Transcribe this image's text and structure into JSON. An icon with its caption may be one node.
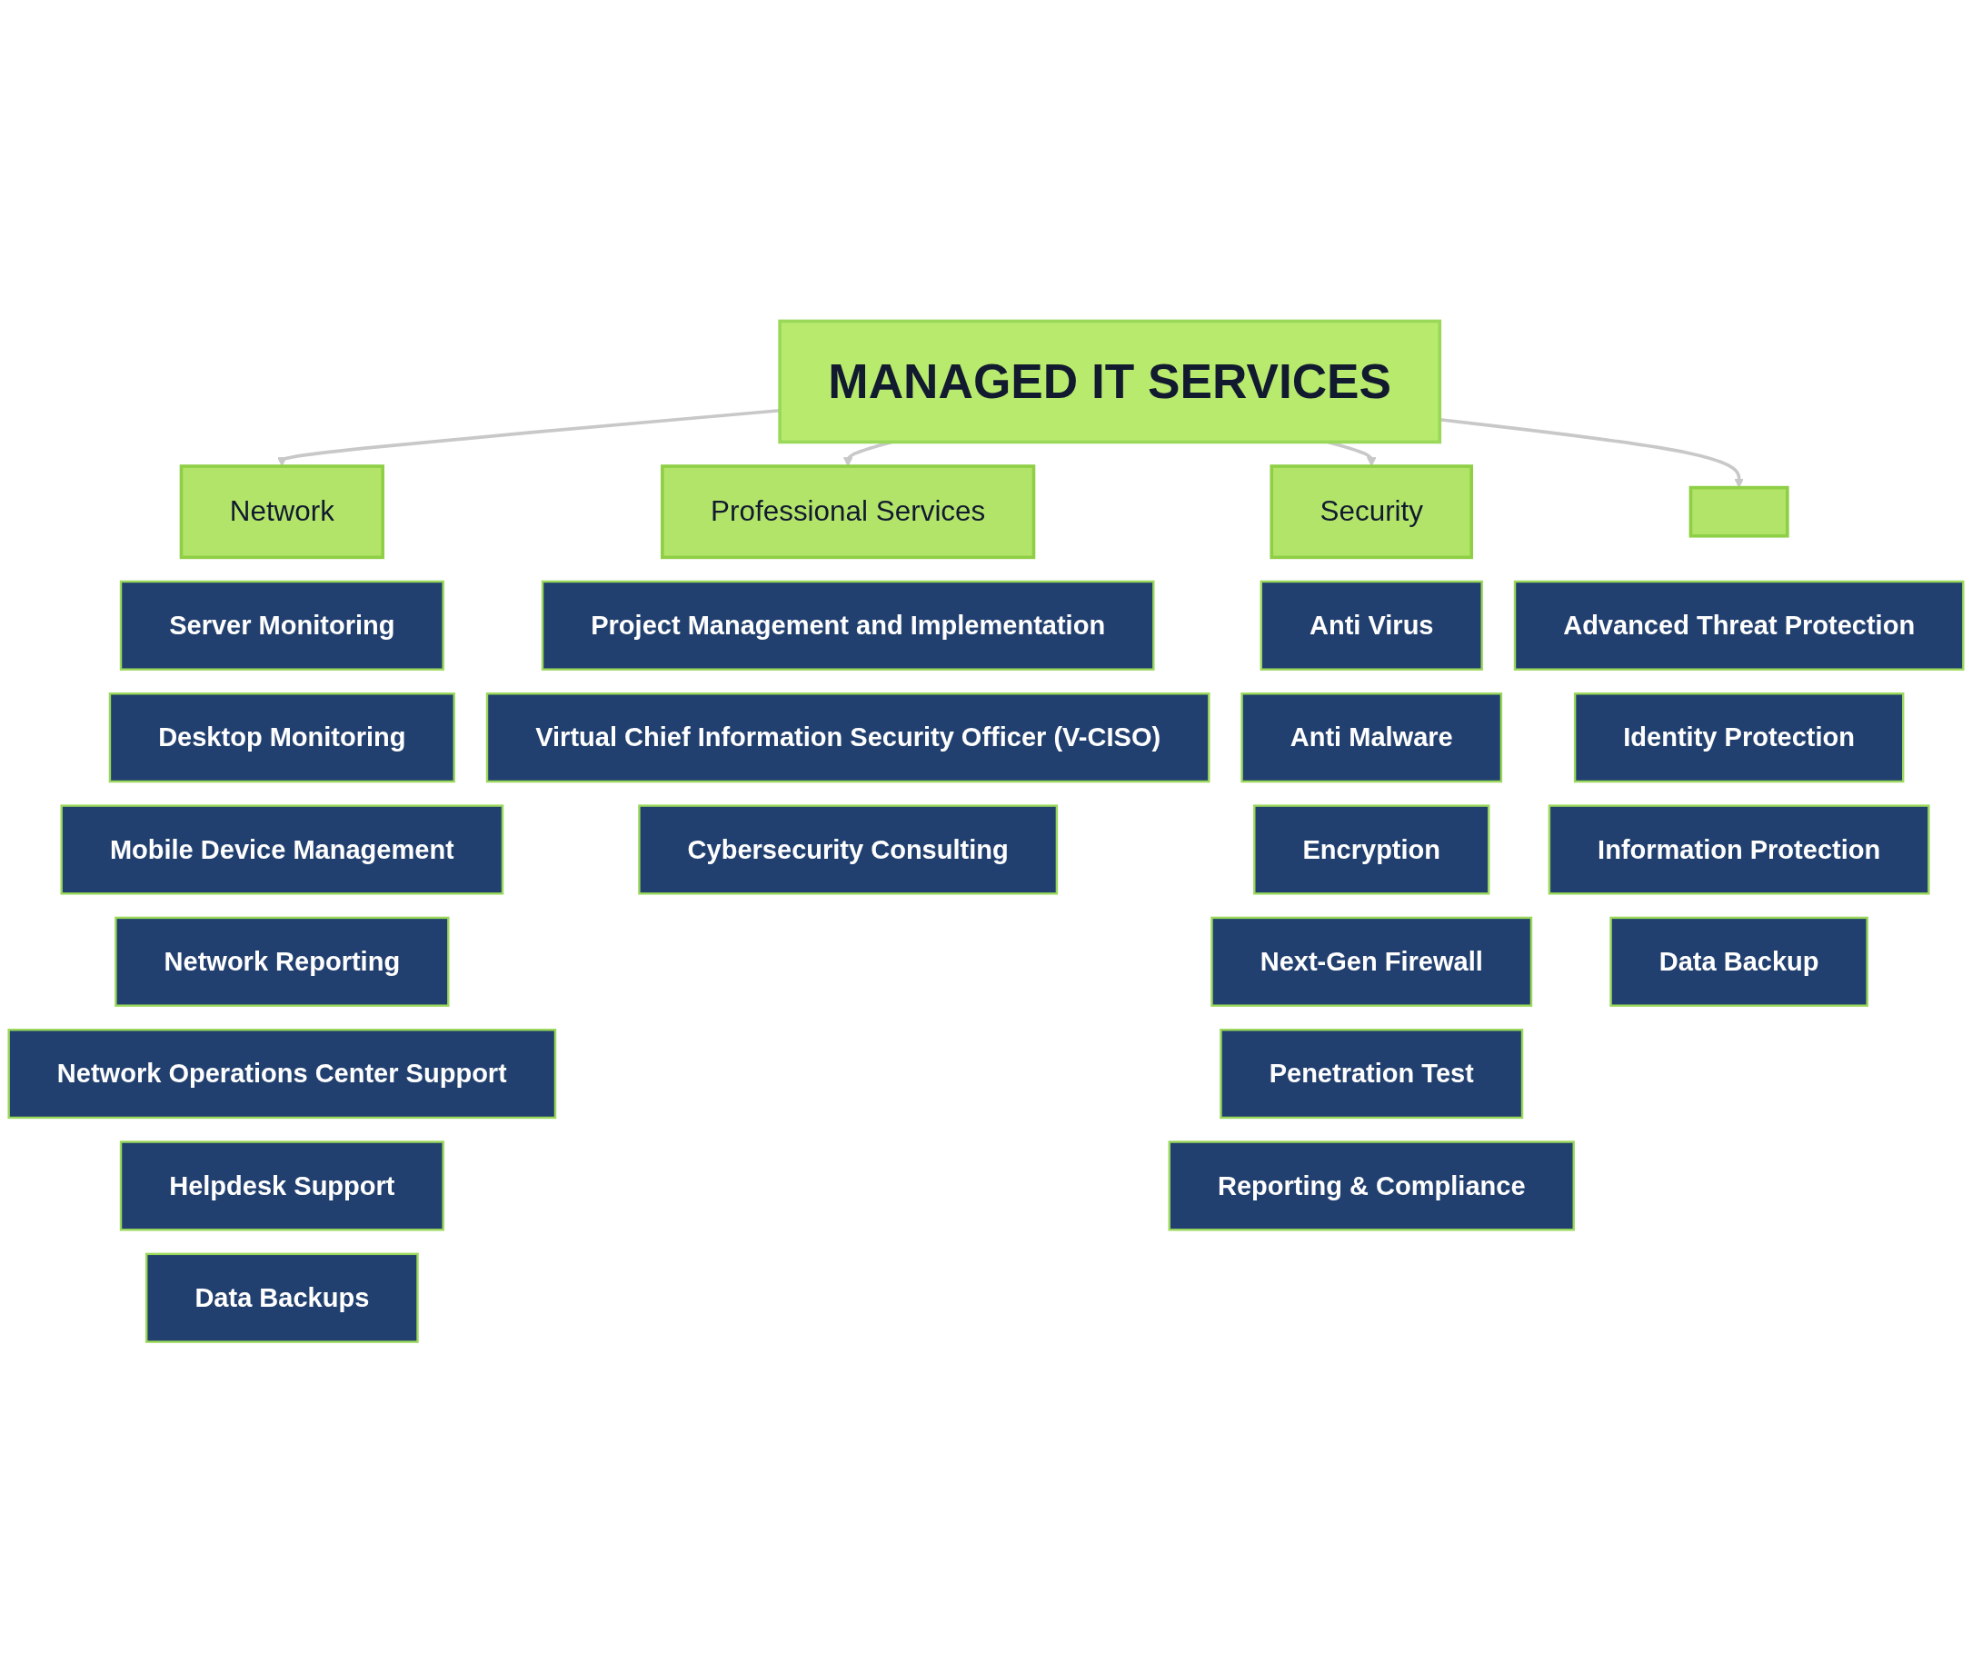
{
  "diagram": {
    "nodes": [
      {
        "text": [
          "MANAGED IT SERVICES"
        ]
      },
      {
        "text": [
          "Network"
        ]
      },
      {
        "text": [
          "Professional Services"
        ]
      },
      {
        "text": [
          "Security"
        ]
      },
      {
        "text": [],
        "shape": "box"
      },
      {
        "text": [
          "Server Monitoring"
        ]
      },
      {
        "text": [
          "Desktop Monitoring"
        ]
      },
      {
        "text": [
          "Mobile Device Management"
        ]
      },
      {
        "text": [
          "Network Reporting"
        ]
      },
      {
        "text": [
          "Network Operations Center Support"
        ]
      },
      {
        "text": [
          "Helpdesk Support"
        ]
      },
      {
        "text": [
          "Data Backups"
        ]
      },
      {
        "text": [
          "Project Management and Implementation"
        ]
      },
      {
        "text": [
          "Virtual Chief Information Security Officer (V-CISO)"
        ]
      },
      {
        "text": [
          "Cybersecurity Consulting"
        ]
      },
      {
        "text": [
          "Anti Virus"
        ]
      },
      {
        "text": [
          "Anti Malware"
        ]
      },
      {
        "text": [
          "Encryption"
        ]
      },
      {
        "text": [
          "Next-Gen Firewall"
        ]
      },
      {
        "text": [
          "Penetration Test"
        ]
      },
      {
        "text": [
          "Reporting & Compliance"
        ]
      },
      {
        "text": [
          "Advanced Threat Protection"
        ]
      },
      {
        "text": [
          "Identity Protection"
        ]
      },
      {
        "text": [
          "Information Protection"
        ]
      },
      {
        "text": [
          "Data Backup"
        ]
      }
    ],
    "edges": [
      {
        "from": 0,
        "to": 1,
        "arrow": "to"
      },
      {
        "from": 0,
        "to": 2,
        "arrow": "to"
      },
      {
        "from": 0,
        "to": 3,
        "arrow": "to"
      },
      {
        "from": 0,
        "to": 4,
        "arrow": "to"
      }
    ]
  }
}
